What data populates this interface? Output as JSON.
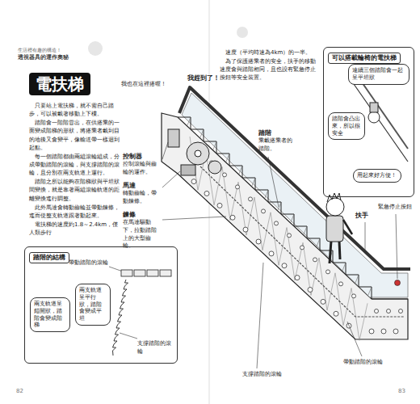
{
  "diagram": {
    "title": "電扶梯",
    "nodes": [
      {
        "text": [
          "踏階的結構"
        ]
      },
      {
        "text": [
          "兩支軌道呈錯開狀，踏階會變成階梯"
        ],
        "in": 0
      },
      {
        "text": [
          "兩支軌道呈平行狀，踏階會變成平坦"
        ],
        "in": 0
      },
      {
        "text": [
          "可以搭載輪椅的電扶梯"
        ]
      },
      {
        "text": [
          "連續三個踏階會一起呈平坦狀"
        ],
        "in": 3
      },
      {
        "text": [
          "踏階會凸出來，所以很安全"
        ],
        "in": 3
      },
      {
        "text": [
          "用起來好方便！"
        ],
        "in": 3
      }
    ],
    "labels": [
      "生活裡有趣的構造！",
      "透視器具的運作奧秘",
      "只要站上電扶梯，就不需自己踏步，可以被載著移動上下樓。",
      "踏階會一階階冒出，在供搭乘的一面變成階梯的形狀，將搭乘者載到目的地後又會變平，像輸送帶一樣迴到起點。",
      "每一個踏階都由兩組滾輪組成，分成帶動踏階的滾輪，與支撐踏階的滾輪，且分別在兩支軌道上運行。",
      "踏階之所以能夠在階梯狀與平坦狀間變換，就是靠著兩組滾輪軌道的距離變換進行調整。",
      "此外馬達會轉動齒輪並帶動鍊條，進而使整支軌道跟著動起來。",
      "電扶梯的速度約1.8～2.4km，僅人類步行",
      "速度（平均時速為4km）的一半。",
      "為了保護搭乘者的安全，扶手的移動速度會與踏階相同，且也設有緊急停止按鈕等安全裝置。",
      "我趕到了！",
      "我也在這裡搭喔！",
      "控制器",
      "控制滾輪與齒輪的運作。",
      "馬達",
      "轉動齒輪，帶動鍊條。",
      "鍊條",
      "在馬達驅動下，拉動踏階上的大型齒輪。",
      "踏階",
      "乘載搭乘者的踏階。",
      "扶手",
      "緊急停止按鈕",
      "支撐踏階的滾輪",
      "帶動踏階的滾輪",
      "帶動踏階的滾輪",
      "支撐踏階的滾輪",
      "82",
      "83"
    ]
  }
}
